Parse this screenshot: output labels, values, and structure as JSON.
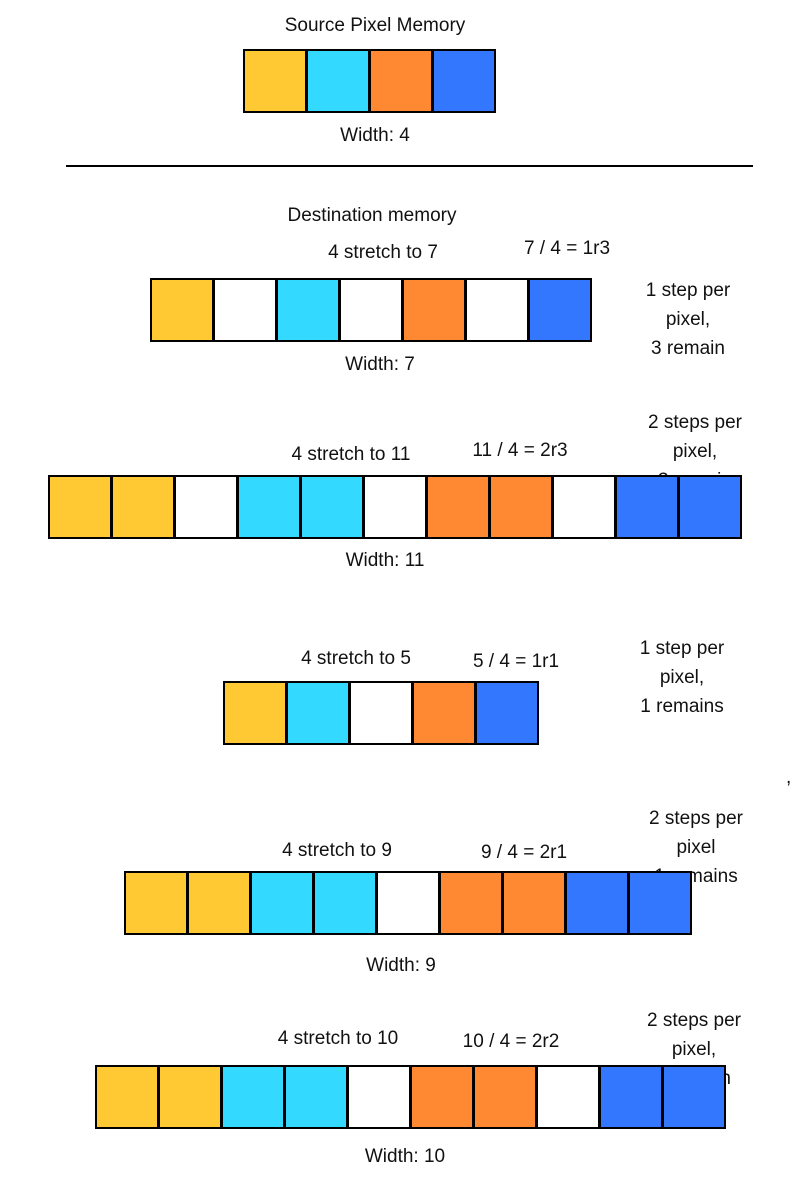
{
  "colors": {
    "Y": "#FFC933",
    "C": "#33D9FF",
    "O": "#FF8833",
    "B": "#3377FF",
    "W": "#FFFFFF"
  },
  "source": {
    "title": "Source Pixel Memory",
    "cells": [
      "Y",
      "C",
      "O",
      "B"
    ],
    "width_label": "Width: 4"
  },
  "destination_title": "Destination memory",
  "stray_mark": ",",
  "rows": [
    {
      "stretch": "4 stretch to 7",
      "division": "7 / 4 = 1r3",
      "note": "1 step per pixel,\n3 remain",
      "cells": [
        "Y",
        "W",
        "C",
        "W",
        "O",
        "W",
        "B"
      ],
      "width_label": "Width: 7"
    },
    {
      "stretch": "4 stretch to 11",
      "division": "11 / 4 = 2r3",
      "note": "2 steps per pixel,\n3 remain",
      "cells": [
        "Y",
        "Y",
        "W",
        "C",
        "C",
        "W",
        "O",
        "O",
        "W",
        "B",
        "B"
      ],
      "width_label": "Width: 11"
    },
    {
      "stretch": "4 stretch to 5",
      "division": "5 / 4 = 1r1",
      "note": "1 step per pixel,\n1 remains",
      "cells": [
        "Y",
        "C",
        "W",
        "O",
        "B"
      ],
      "width_label": ""
    },
    {
      "stretch": "4 stretch to 9",
      "division": "9 / 4 = 2r1",
      "note": "2 steps per pixel\n1 remains",
      "cells": [
        "Y",
        "Y",
        "C",
        "C",
        "W",
        "O",
        "O",
        "B",
        "B"
      ],
      "width_label": "Width: 9"
    },
    {
      "stretch": "4 stretch to 10",
      "division": "10 / 4 = 2r2",
      "note": "2 steps per pixel,\n2 remain",
      "cells": [
        "Y",
        "Y",
        "C",
        "C",
        "W",
        "O",
        "O",
        "W",
        "B",
        "B"
      ],
      "width_label": "Width: 10"
    }
  ]
}
